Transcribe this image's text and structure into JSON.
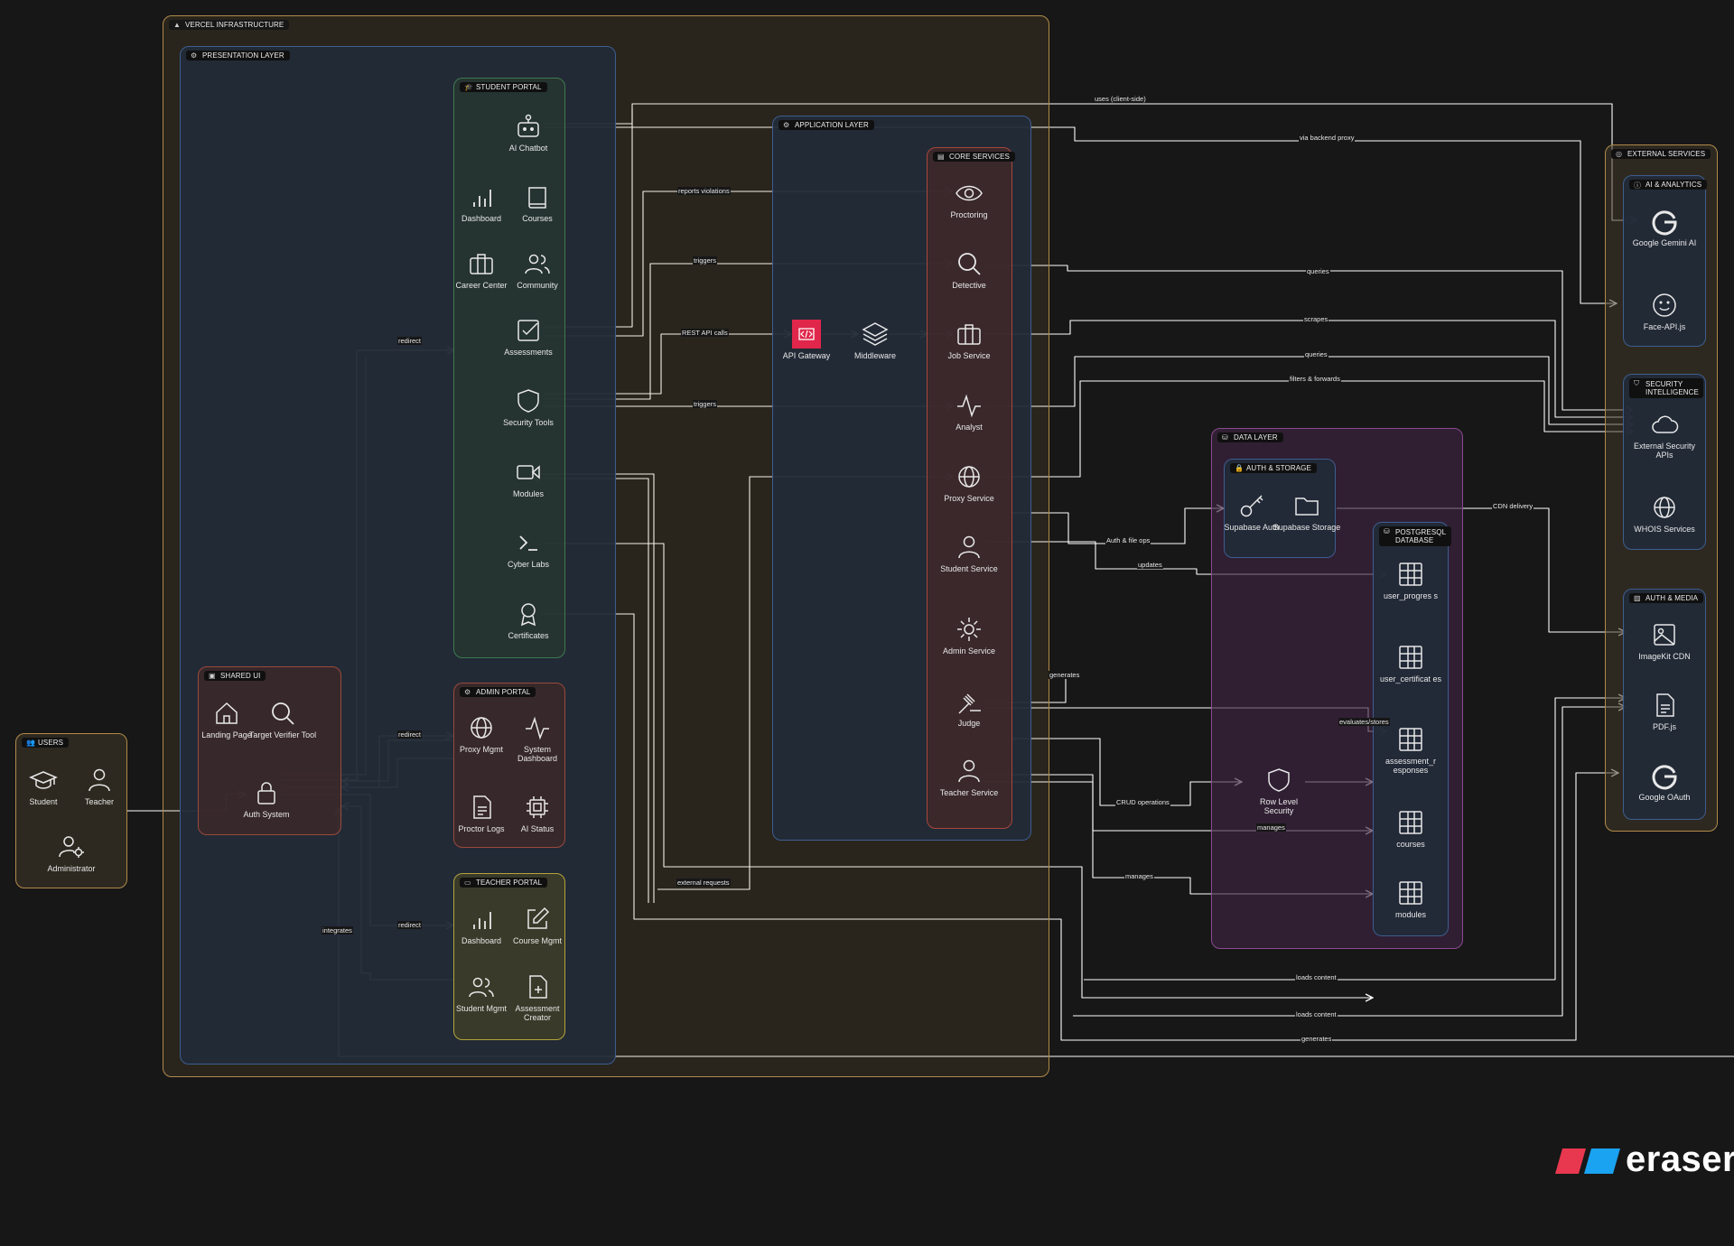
{
  "groups": {
    "vercel": "VERCEL INFRASTRUCTURE",
    "presentation": "PRESENTATION LAYER",
    "student_portal": "STUDENT PORTAL",
    "shared_ui": "SHARED UI",
    "admin_portal": "ADMIN PORTAL",
    "teacher_portal": "TEACHER PORTAL",
    "application": "APPLICATION LAYER",
    "core_services": "CORE SERVICES",
    "users": "USERS",
    "data_layer": "DATA LAYER",
    "auth_storage": "AUTH & STORAGE",
    "postgres": "POSTGRESQL DATABASE",
    "external": "EXTERNAL SERVICES",
    "ai_analytics": "AI & ANALYTICS",
    "security_intel": "SECURITY INTELLIGENCE",
    "auth_media": "AUTH & MEDIA"
  },
  "nodes": {
    "ai_chatbot": "AI Chatbot",
    "dashboard": "Dashboard",
    "courses": "Courses",
    "career_center": "Career Center",
    "community": "Community",
    "assessments": "Assessments",
    "security_tools": "Security Tools",
    "modules": "Modules",
    "cyber_labs": "Cyber Labs",
    "certificates": "Certificates",
    "landing_page": "Landing Page",
    "target_verifier": "Target Verifier Tool",
    "auth_system": "Auth System",
    "proxy_mgmt": "Proxy Mgmt",
    "system_dashboard": "System Dashboard",
    "proctor_logs": "Proctor Logs",
    "ai_status": "AI Status",
    "teacher_dashboard": "Dashboard",
    "course_mgmt": "Course Mgmt",
    "student_mgmt": "Student Mgmt",
    "assessment_creator": "Assessment Creator",
    "student": "Student",
    "teacher": "Teacher",
    "administrator": "Administrator",
    "api_gateway": "API Gateway",
    "middleware": "Middleware",
    "proctoring": "Proctoring",
    "detective": "Detective",
    "job_service": "Job Service",
    "analyst": "Analyst",
    "proxy_service": "Proxy Service",
    "student_service": "Student Service",
    "admin_service": "Admin Service",
    "judge": "Judge",
    "teacher_service": "Teacher Service",
    "supabase_auth": "Supabase Auth",
    "supabase_storage": "Supabase Storage",
    "row_level_security": "Row Level Security",
    "user_progress": "user_progres s",
    "user_certificates": "user_certificat es",
    "assessment_responses": "assessment_r esponses",
    "courses_table": "courses",
    "modules_table": "modules",
    "google_gemini": "Google Gemini AI",
    "face_api": "Face-API.js",
    "external_security_apis": "External Security APIs",
    "whois": "WHOIS Services",
    "imagekit": "ImageKit CDN",
    "pdfjs": "PDF.js",
    "google_oauth": "Google OAuth"
  },
  "edges": {
    "uses_client_side": "uses (client-side)",
    "via_backend_proxy": "via backend proxy",
    "reports_violations": "reports violations",
    "triggers_1": "triggers",
    "rest_api_calls": "REST API calls",
    "triggers_2": "triggers",
    "queries_1": "queries",
    "scrapes": "scrapes",
    "queries_2": "queries",
    "filters_forwards": "filters & forwards",
    "cdn_delivery": "CDN delivery",
    "auth_file_ops": "Auth & file ops",
    "updates": "updates",
    "generates_1": "generates",
    "evaluates_stores": "evaluates/stores",
    "crud_operations": "CRUD operations",
    "manages_1": "manages",
    "manages_2": "manages",
    "external_requests": "external requests",
    "loads_content_1": "loads content",
    "loads_content_2": "loads content",
    "generates_2": "generates",
    "redirect_1": "redirect",
    "redirect_2": "redirect",
    "redirect_3": "redirect",
    "integrates": "integrates"
  },
  "brand": {
    "name": "eraser"
  },
  "colors": {
    "vercel": "#b08a4a",
    "presentation": "#3e5d8f",
    "student_portal": "#3f7a4f",
    "shared_ui": "#9a4a3c",
    "teacher_portal": "#b3a43e",
    "core_services": "#a8473a",
    "data_layer": "#8a4a8f",
    "external": "#b08a4a",
    "api_gateway": "#e0264a",
    "logo_red": "#e8384f",
    "logo_blue": "#1aa3f0"
  }
}
